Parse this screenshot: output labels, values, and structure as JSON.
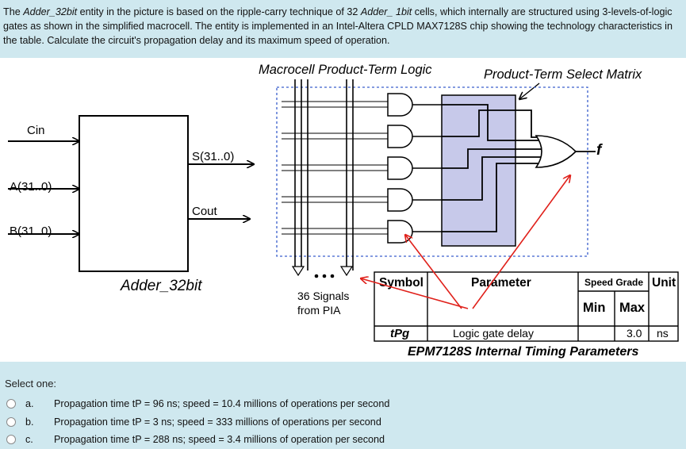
{
  "question": {
    "p1": "The ",
    "entity": "Adder_32bit",
    "p2": " entity in the picture is based on the ripple-carry technique of 32 ",
    "cell": "Adder_ 1bit",
    "p3": " cells, which internally are structured using 3-levels-of-logic gates as shown in the simplified macrocell. The entity is implemented in an Intel-Altera CPLD MAX7128S chip showing the technology characteristics in the table. Calculate the circuit's propagation delay and its maximum speed of operation."
  },
  "figure": {
    "block": {
      "cin": "Cin",
      "a": "A(31..0)",
      "b": "B(31..0)",
      "s": "S(31..0)",
      "cout": "Cout",
      "name": "Adder_32bit"
    },
    "macrocell": {
      "title": "Macrocell Product-Term Logic",
      "matrix": "Product-Term Select Matrix",
      "output": "f",
      "signals1": "36 Signals",
      "signals2": "from PIA"
    },
    "table": {
      "symbol": "Symbol",
      "parameter": "Parameter",
      "speed_grade": "Speed Grade",
      "unit": "Unit",
      "min": "Min",
      "max": "Max",
      "row_symbol": "tPg",
      "row_param": "Logic gate delay",
      "row_min": "",
      "row_max": "3.0",
      "row_unit": "ns",
      "caption": "EPM7128S Internal Timing Parameters"
    }
  },
  "select_label": "Select one:",
  "options": [
    {
      "letter": "a.",
      "text": "Propagation time tP = 96 ns;   speed =  10.4 millions of operations per second"
    },
    {
      "letter": "b.",
      "text": "Propagation time tP = 3 ns;   speed = 333 millions of operations per second"
    },
    {
      "letter": "c.",
      "text": "Propagation time tP = 288 ns;   speed  = 3.4 millions of operation per second"
    }
  ]
}
